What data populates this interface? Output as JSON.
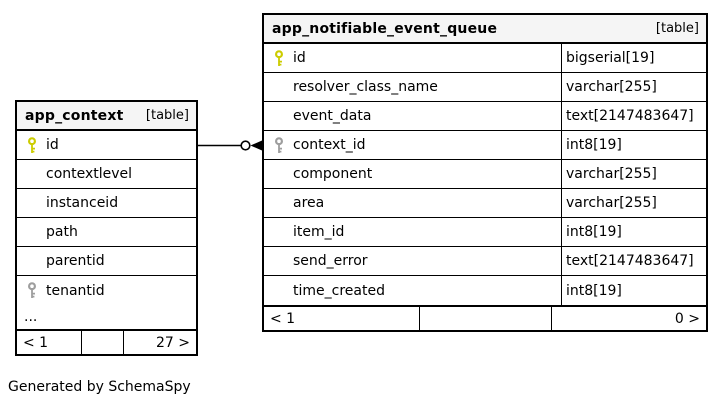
{
  "diagram": {
    "caption": "Generated by SchemaSpy"
  },
  "colors": {
    "header_bg": "#f5f5f5",
    "row_bg": "#ffffff",
    "border": "#000000",
    "pk_key": "#cccc00",
    "fk_key": "#9e9e9e"
  },
  "left_table": {
    "name": "app_context",
    "badge": "[table]",
    "rows": [
      {
        "name": "id",
        "key": "primary-key"
      },
      {
        "name": "contextlevel",
        "key": ""
      },
      {
        "name": "instanceid",
        "key": ""
      },
      {
        "name": "path",
        "key": ""
      },
      {
        "name": "parentid",
        "key": ""
      },
      {
        "name": "tenantid",
        "key": "foreign-key"
      }
    ],
    "ellipsis": "...",
    "footer": {
      "prev": "< 1",
      "middle": "",
      "next": "27 >"
    }
  },
  "right_table": {
    "name": "app_notifiable_event_queue",
    "badge": "[table]",
    "rows": [
      {
        "name": "id",
        "type": "bigserial[19]",
        "key": "primary-key"
      },
      {
        "name": "resolver_class_name",
        "type": "varchar[255]",
        "key": ""
      },
      {
        "name": "event_data",
        "type": "text[2147483647]",
        "key": ""
      },
      {
        "name": "context_id",
        "type": "int8[19]",
        "key": "foreign-key"
      },
      {
        "name": "component",
        "type": "varchar[255]",
        "key": ""
      },
      {
        "name": "area",
        "type": "varchar[255]",
        "key": ""
      },
      {
        "name": "item_id",
        "type": "int8[19]",
        "key": ""
      },
      {
        "name": "send_error",
        "type": "text[2147483647]",
        "key": ""
      },
      {
        "name": "time_created",
        "type": "int8[19]",
        "key": ""
      }
    ],
    "footer": {
      "prev": "< 1",
      "middle": "",
      "next": "0 >"
    }
  }
}
